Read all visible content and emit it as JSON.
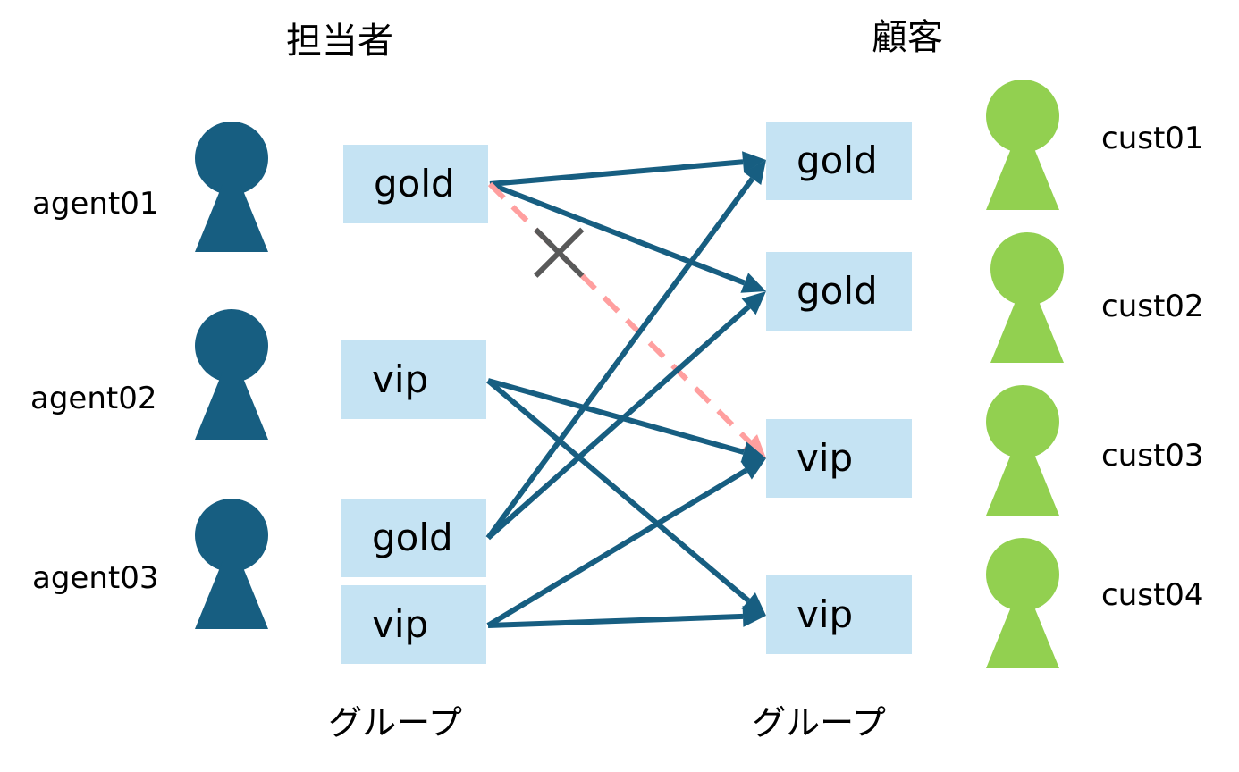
{
  "headings": {
    "agents": "担当者",
    "customers": "顧客"
  },
  "footers": {
    "agent_groups": "グループ",
    "customer_groups": "グループ"
  },
  "agents": [
    {
      "label": "agent01"
    },
    {
      "label": "agent02"
    },
    {
      "label": "agent03"
    }
  ],
  "customers": [
    {
      "label": "cust01"
    },
    {
      "label": "cust02"
    },
    {
      "label": "cust03"
    },
    {
      "label": "cust04"
    }
  ],
  "agent_groups": [
    {
      "label": "gold",
      "agent": "agent01"
    },
    {
      "label": "vip",
      "agent": "agent02"
    },
    {
      "label": "gold",
      "agent": "agent03"
    },
    {
      "label": "vip",
      "agent": "agent03"
    }
  ],
  "customer_groups": [
    {
      "label": "gold",
      "customer": "cust01"
    },
    {
      "label": "gold",
      "customer": "cust02"
    },
    {
      "label": "vip",
      "customer": "cust03"
    },
    {
      "label": "vip",
      "customer": "cust04"
    }
  ],
  "links": [
    {
      "from": 0,
      "to": 0,
      "style": "allowed"
    },
    {
      "from": 0,
      "to": 1,
      "style": "allowed"
    },
    {
      "from": 0,
      "to": 2,
      "style": "denied"
    },
    {
      "from": 1,
      "to": 2,
      "style": "allowed"
    },
    {
      "from": 1,
      "to": 3,
      "style": "allowed"
    },
    {
      "from": 2,
      "to": 0,
      "style": "allowed"
    },
    {
      "from": 2,
      "to": 1,
      "style": "allowed"
    },
    {
      "from": 3,
      "to": 2,
      "style": "allowed"
    },
    {
      "from": 3,
      "to": 3,
      "style": "allowed"
    }
  ],
  "colors": {
    "agent_icon": "#175e81",
    "customer_icon": "#92d050",
    "group_box": "#c5e3f3",
    "allowed_arrow": "#175e81",
    "denied_arrow": "#ff9f9f",
    "denied_mark": "#595959"
  },
  "icons": {
    "agent": "person-icon",
    "customer": "person-icon",
    "denied": "cross-mark-icon"
  }
}
